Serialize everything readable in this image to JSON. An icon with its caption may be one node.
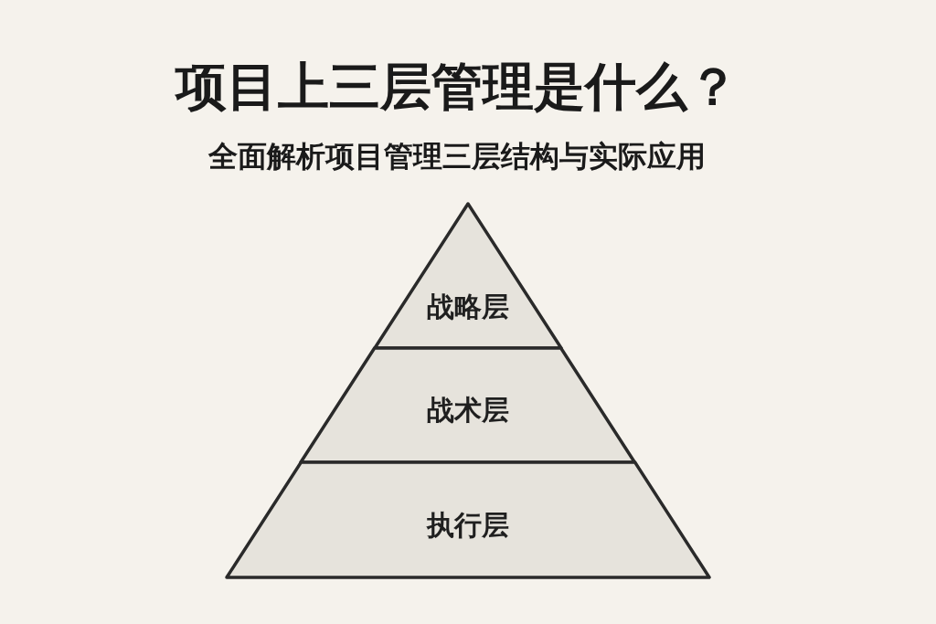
{
  "diagram": {
    "title": "项目上三层管理是什么？",
    "nodes": [
      {
        "text": [
          "战略层"
        ]
      },
      {
        "text": [
          "战术层"
        ]
      },
      {
        "text": [
          "执行层"
        ]
      }
    ],
    "labels": [
      "全面解析项目管理三层结构与实际应用"
    ]
  }
}
